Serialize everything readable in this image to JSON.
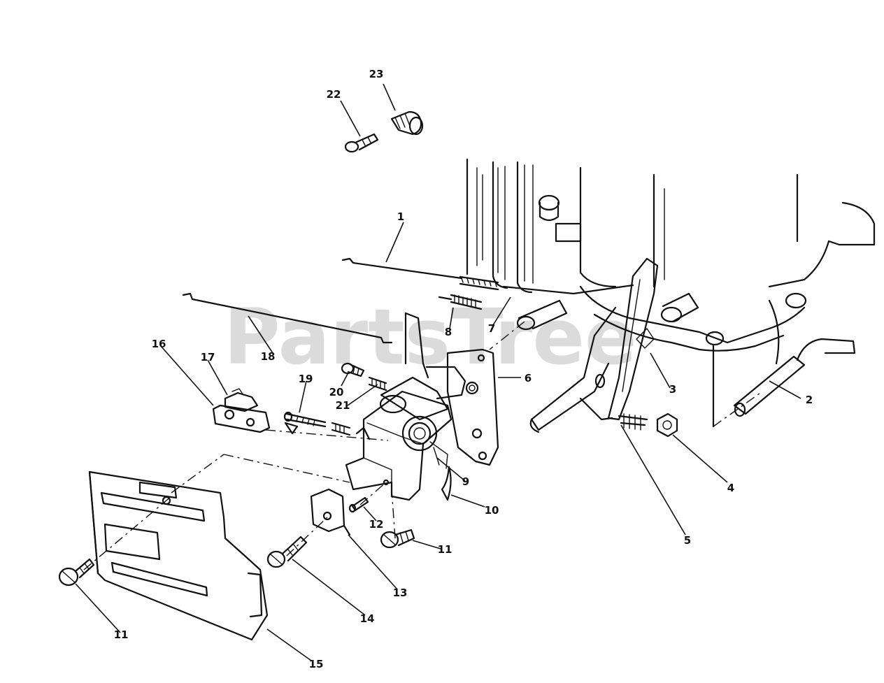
{
  "watermark": "PartsTree",
  "colors": {
    "ink": "#111111",
    "paper": "#ffffff",
    "watermark": "#bdbdbd"
  },
  "callouts": [
    {
      "id": "1",
      "label": "1"
    },
    {
      "id": "2",
      "label": "2"
    },
    {
      "id": "3",
      "label": "3"
    },
    {
      "id": "4",
      "label": "4"
    },
    {
      "id": "5",
      "label": "5"
    },
    {
      "id": "6",
      "label": "6"
    },
    {
      "id": "7",
      "label": "7"
    },
    {
      "id": "8",
      "label": "8"
    },
    {
      "id": "9",
      "label": "9"
    },
    {
      "id": "10",
      "label": "10"
    },
    {
      "id": "11a",
      "label": "11"
    },
    {
      "id": "11b",
      "label": "11"
    },
    {
      "id": "12",
      "label": "12"
    },
    {
      "id": "13",
      "label": "13"
    },
    {
      "id": "14",
      "label": "14"
    },
    {
      "id": "15",
      "label": "15"
    },
    {
      "id": "16",
      "label": "16"
    },
    {
      "id": "17",
      "label": "17"
    },
    {
      "id": "18",
      "label": "18"
    },
    {
      "id": "19",
      "label": "19"
    },
    {
      "id": "20",
      "label": "20"
    },
    {
      "id": "21",
      "label": "21"
    },
    {
      "id": "22",
      "label": "22"
    },
    {
      "id": "23",
      "label": "23"
    }
  ]
}
